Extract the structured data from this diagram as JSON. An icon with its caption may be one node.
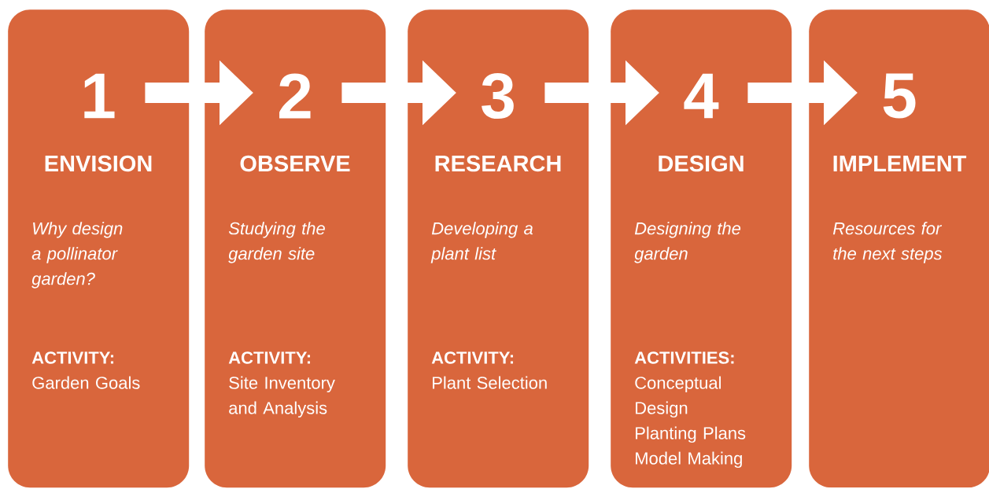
{
  "diagram": {
    "nodes": [
      {
        "text": [
          "1",
          "ENVISION",
          "Why design a pollinator garden?",
          "ACTIVITY:",
          "Garden Goals"
        ]
      },
      {
        "text": [
          "2",
          "OBSERVE",
          "Studying the garden site",
          "ACTIVITY:",
          "Site Inventory and Analysis"
        ]
      },
      {
        "text": [
          "3",
          "RESEARCH",
          "Developing a plant list",
          "ACTIVITY:",
          "Plant Selection"
        ]
      },
      {
        "text": [
          "4",
          "DESIGN",
          "Designing the garden",
          "ACTIVITIES:",
          "Conceptual Design",
          "Planting Plans",
          "Model Making"
        ]
      },
      {
        "text": [
          "5",
          "IMPLEMENT",
          "Resources for the next steps"
        ]
      }
    ],
    "edges": [
      {
        "from": 0,
        "to": 1,
        "arrow": "to"
      },
      {
        "from": 1,
        "to": 2,
        "arrow": "to"
      },
      {
        "from": 2,
        "to": 3,
        "arrow": "to"
      },
      {
        "from": 3,
        "to": 4,
        "arrow": "to"
      }
    ]
  }
}
